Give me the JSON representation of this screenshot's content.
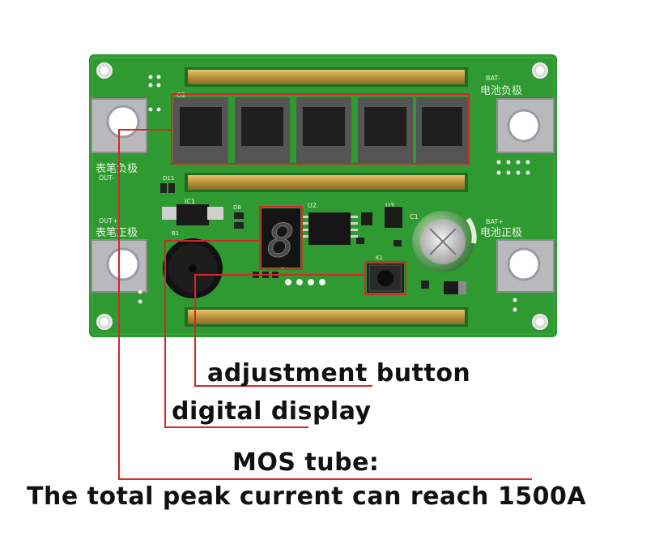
{
  "board": {
    "silkscreen": {
      "bat_minus_code": "BAT-",
      "bat_minus_cn": "电池负极",
      "bat_plus_code": "BAT+",
      "bat_plus_cn": "电池正极",
      "out_minus_code": "OUT-",
      "out_minus_cn": "表笔负极",
      "out_plus_code": "OUT+",
      "out_plus_cn": "表笔正极",
      "q2": "Q2",
      "u2": "U2",
      "u3": "U3",
      "c1": "C1",
      "ic1": "IC1",
      "p1": "P1",
      "d8": "D8",
      "d11": "D11",
      "k1": "K1",
      "b1": "B1"
    },
    "display_digit": "8",
    "mosfet_count": 5
  },
  "annotations": {
    "adjustment_button": "adjustment button",
    "digital_display": "digital display",
    "mos_tube": "MOS tube:",
    "peak_current": "The total peak current can reach 1500A"
  },
  "colors": {
    "pcb": "#2f9a32",
    "callout": "#d9252a",
    "copper_bar": "#c9a24a",
    "terminal": "#b9b9bd"
  }
}
